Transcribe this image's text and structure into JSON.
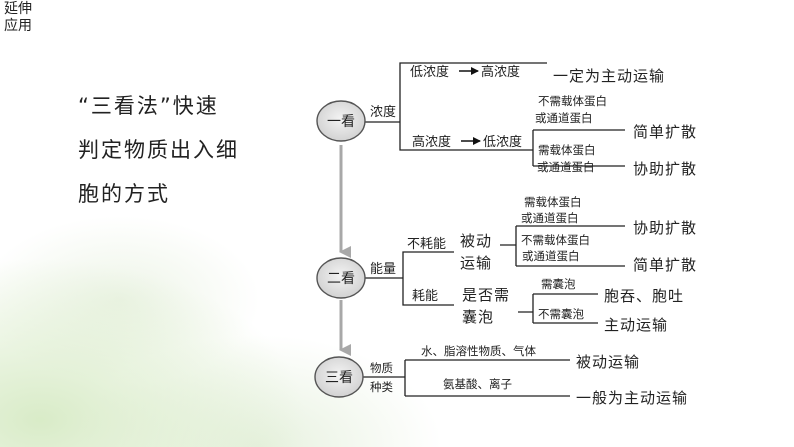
{
  "corner": {
    "line1": "延伸",
    "line2": "应用"
  },
  "heading": {
    "line1": "“三看法”快速",
    "line2": "判定物质出入细",
    "line3": "胞的方式"
  },
  "diagram": {
    "node1": "一看",
    "node2": "二看",
    "node3": "三看",
    "look1": {
      "label": "浓度",
      "low_to_high": {
        "from": "低浓度",
        "to": "高浓度",
        "result": "一定为主动运输"
      },
      "high_to_low": {
        "from": "高浓度",
        "to": "低浓度",
        "cond_a_line1": "不需载体蛋白",
        "cond_a_line2": "或通道蛋白",
        "result_a": "简单扩散",
        "cond_b_line1": "需载体蛋白",
        "cond_b_line2": "或通道蛋白",
        "result_b": "协助扩散"
      }
    },
    "look2": {
      "label": "能量",
      "no_energy": "不耗能",
      "passive_line1": "被动",
      "passive_line2": "运输",
      "cond_a_line1": "需载体蛋白",
      "cond_a_line2": "或通道蛋白",
      "result_a": "协助扩散",
      "cond_b_line1": "不需载体蛋白",
      "cond_b_line2": "或通道蛋白",
      "result_b": "简单扩散",
      "energy": "耗能",
      "vesicle_q_line1": "是否需",
      "vesicle_q_line2": "囊泡",
      "need_vesicle": "需囊泡",
      "result_c": "胞吞、胞吐",
      "no_vesicle": "不需囊泡",
      "result_d": "主动运输"
    },
    "look3": {
      "label_line1": "物质",
      "label_line2": "种类",
      "kind_a": "水、脂溶性物质、气体",
      "result_a": "被动运输",
      "kind_b": "氨基酸、离子",
      "result_b": "一般为主动运输"
    }
  }
}
